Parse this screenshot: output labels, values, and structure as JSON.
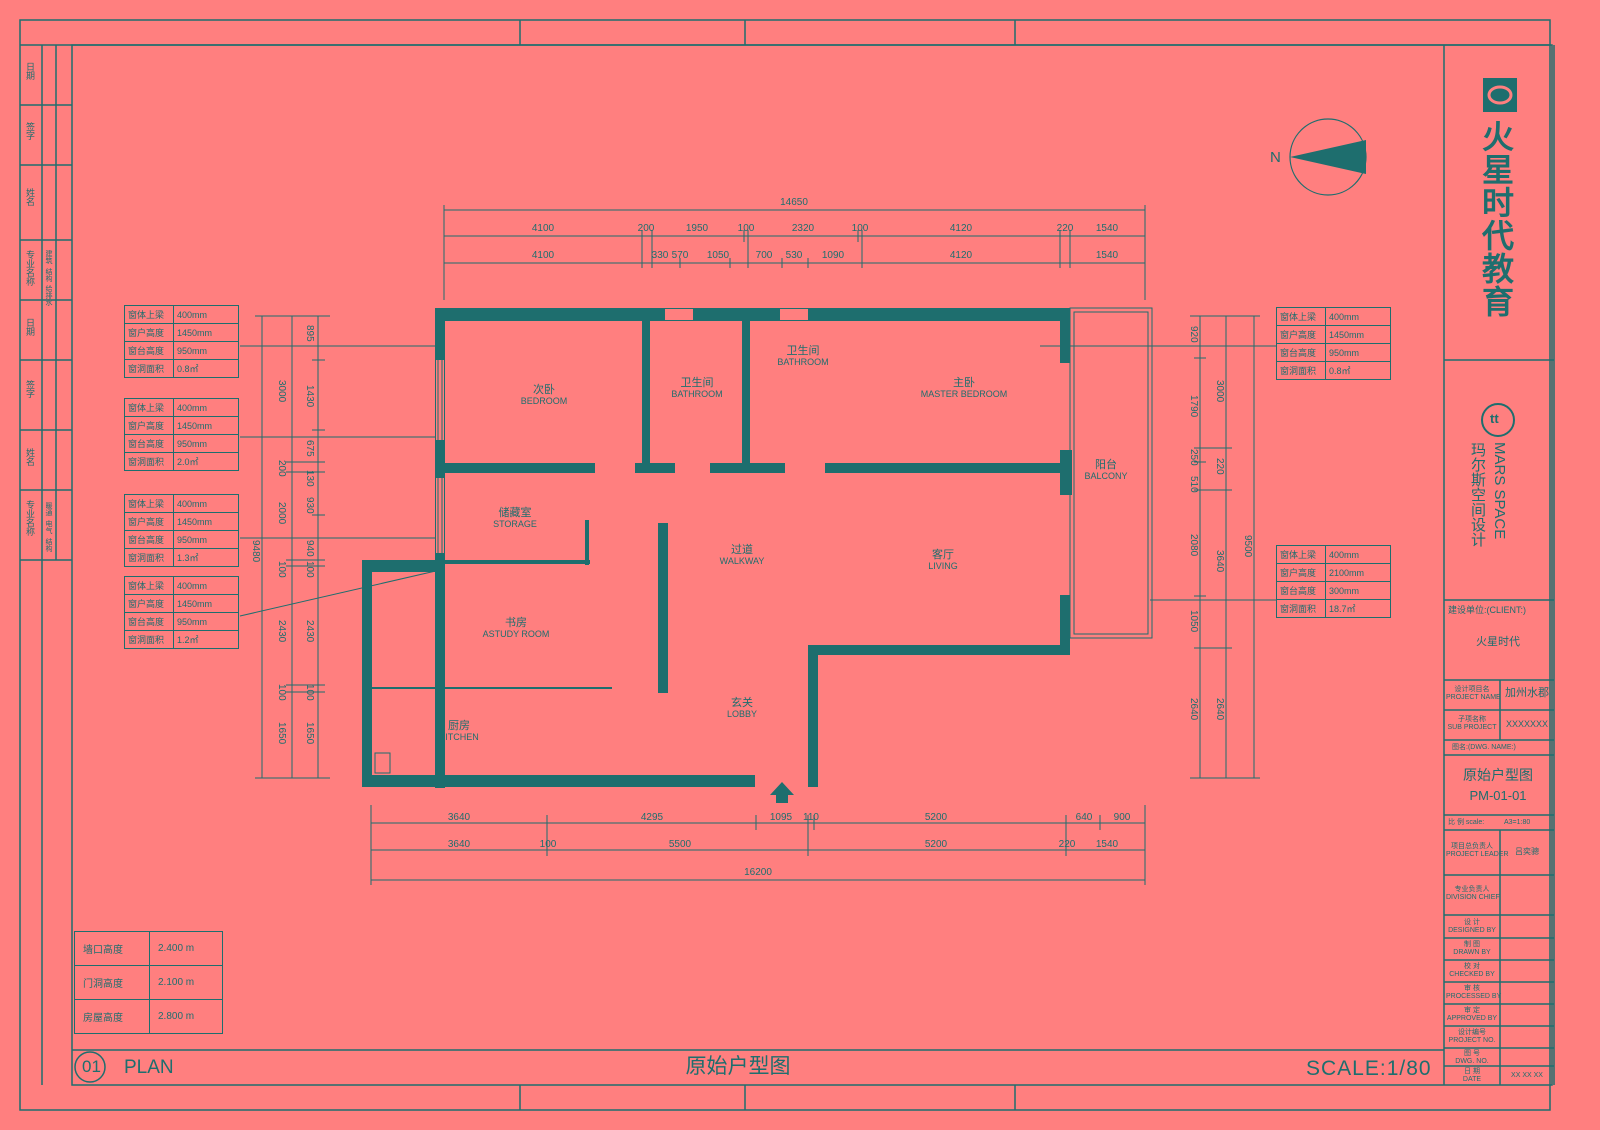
{
  "title_bar": {
    "plan_no": "01",
    "plan_label": "PLAN",
    "drawing_title": "原始户型图",
    "scale": "SCALE:1/80"
  },
  "branding": {
    "company_name": "火星时代教育",
    "design_brand_cn": "玛尔斯空间设计",
    "design_brand_en": "MARS SPACE",
    "design_logo_text": "tt"
  },
  "north_label": "N",
  "rooms": [
    {
      "zh": "次卧",
      "en": "BEDROOM"
    },
    {
      "zh": "卫生间",
      "en": "BATHROOM"
    },
    {
      "zh": "卫生间",
      "en": "BATHROOM"
    },
    {
      "zh": "主卧",
      "en": "MASTER BEDROOM"
    },
    {
      "zh": "储藏室",
      "en": "STORAGE"
    },
    {
      "zh": "过道",
      "en": "WALKWAY"
    },
    {
      "zh": "客厅",
      "en": "LIVING"
    },
    {
      "zh": "阳台",
      "en": "BALCONY"
    },
    {
      "zh": "书房",
      "en": "ASTUDY ROOM"
    },
    {
      "zh": "玄关",
      "en": "LOBBY"
    },
    {
      "zh": "厨房",
      "en": "KITCHEN"
    }
  ],
  "window_tables": [
    {
      "rows": [
        [
          "窗体上梁",
          "400mm"
        ],
        [
          "窗户高度",
          "1450mm"
        ],
        [
          "窗台高度",
          "950mm"
        ],
        [
          "窗洞面积",
          "0.8㎡"
        ]
      ]
    },
    {
      "rows": [
        [
          "窗体上梁",
          "400mm"
        ],
        [
          "窗户高度",
          "1450mm"
        ],
        [
          "窗台高度",
          "950mm"
        ],
        [
          "窗洞面积",
          "2.0㎡"
        ]
      ]
    },
    {
      "rows": [
        [
          "窗体上梁",
          "400mm"
        ],
        [
          "窗户高度",
          "1450mm"
        ],
        [
          "窗台高度",
          "950mm"
        ],
        [
          "窗洞面积",
          "1.3㎡"
        ]
      ]
    },
    {
      "rows": [
        [
          "窗体上梁",
          "400mm"
        ],
        [
          "窗户高度",
          "1450mm"
        ],
        [
          "窗台高度",
          "950mm"
        ],
        [
          "窗洞面积",
          "1.2㎡"
        ]
      ]
    },
    {
      "rows": [
        [
          "窗体上梁",
          "400mm"
        ],
        [
          "窗户高度",
          "1450mm"
        ],
        [
          "窗台高度",
          "950mm"
        ],
        [
          "窗洞面积",
          "0.8㎡"
        ]
      ]
    },
    {
      "rows": [
        [
          "窗体上梁",
          "400mm"
        ],
        [
          "窗户高度",
          "2100mm"
        ],
        [
          "窗台高度",
          "300mm"
        ],
        [
          "窗洞面积",
          "18.7㎡"
        ]
      ]
    }
  ],
  "height_table": [
    [
      "墙口高度",
      "2.400 m"
    ],
    [
      "门洞高度",
      "2.100 m"
    ],
    [
      "房屋高度",
      "2.800 m"
    ]
  ],
  "dimensions": {
    "top_total": "14650",
    "top_row1": [
      "4100",
      "200",
      "1950",
      "100",
      "2320",
      "100",
      "4120",
      "220",
      "1540"
    ],
    "top_row2": [
      "4100",
      "330",
      "570",
      "1050",
      "700",
      "530",
      "1090",
      "4120",
      "1540"
    ],
    "bottom_row1": [
      "3640",
      "4295",
      "1095",
      "110",
      "5200",
      "640",
      "900"
    ],
    "bottom_row2": [
      "3640",
      "100",
      "5500",
      "5200",
      "220",
      "1540"
    ],
    "bottom_total": "16200",
    "left_outer": [
      "3000",
      "200",
      "2000",
      "100",
      "2430",
      "100",
      "1650"
    ],
    "left_inner": [
      "895",
      "1430",
      "675",
      "130",
      "930",
      "940",
      "100",
      "2430",
      "100",
      "1650"
    ],
    "left_total": "9480",
    "right_inner": [
      "920",
      "1790",
      "250",
      "510",
      "2080",
      "1050",
      "2640"
    ],
    "right_outer": [
      "3000",
      "220",
      "3640",
      "2640"
    ],
    "right_total": "9500"
  },
  "left_strip": {
    "labels": [
      "日期",
      "签字",
      "姓名",
      "专业名称",
      "日期",
      "签字",
      "姓名",
      "专业名称"
    ],
    "sublabels_a": [
      "建筑",
      "结构",
      "给排水"
    ],
    "sublabels_b": [
      "暖通",
      "电气",
      "结构"
    ]
  },
  "title_block": {
    "client_label": "建设单位:(CLIENT:)",
    "client_value": "火星时代",
    "project_name_label": "设计项目名\nPROJECT NAME",
    "project_name_value": "加州水郡",
    "sub_project_label": "子项名称\nSUB PROJECT",
    "sub_project_value": "XXXXXXX",
    "drawing_name_label": "图名:(DWG. NAME:)",
    "drawing_name_value": "原始户型图",
    "drawing_code": "PM-01-01",
    "scale_label": "比 例 scale:",
    "scale_value": "A3=1:80",
    "project_leader_label": "项目总负责人\nPROJECT LEADER",
    "project_leader_value": "吕奕骢",
    "division_chief_label": "专业负责人\nDIVISION CHIEF",
    "designed_label": "设 计\nDESIGNED BY",
    "drawn_label": "制 图\nDRAWN BY",
    "checked_label": "校 对\nCHECKED BY",
    "processed_label": "审 核\nPROCESSED BY",
    "approved_label": "审 定\nAPPROVED BY",
    "project_no_label": "设计编号\nPROJECT NO.",
    "dwg_no_label": "图 号\nDWG. NO.",
    "date_label": "日 期\nDATE",
    "date_value": "XX XX XX"
  },
  "colors": {
    "background": "#ff7f7f",
    "line": "#1e6e6e"
  }
}
